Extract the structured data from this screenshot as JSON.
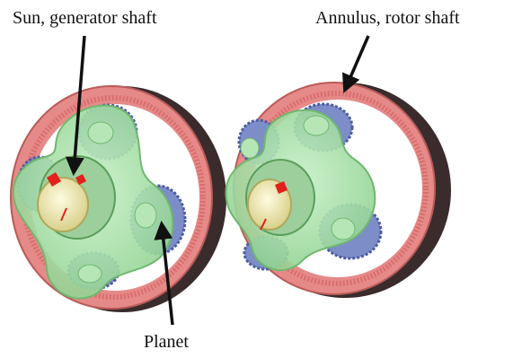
{
  "labels": {
    "sun": "Sun, generator shaft",
    "annulus": "Annulus, rotor shaft",
    "planet": "Planet"
  },
  "colors": {
    "ring_outer": "#e58a88",
    "ring_dark": "#3a2c2c",
    "ring_teeth": "#d86e6e",
    "planet_gear": "#7d8dc8",
    "planet_gear_dark": "#5a6ab0",
    "carrier": "#a8e3a8",
    "carrier_edge": "#6fb86f",
    "sun_bore": "#f0ecb8",
    "marker": "#e3201c",
    "arrow": "#111111"
  },
  "icons": {
    "left_assembly": "planetary-gear-assembly-icon",
    "right_assembly": "planetary-gear-assembly-icon"
  }
}
